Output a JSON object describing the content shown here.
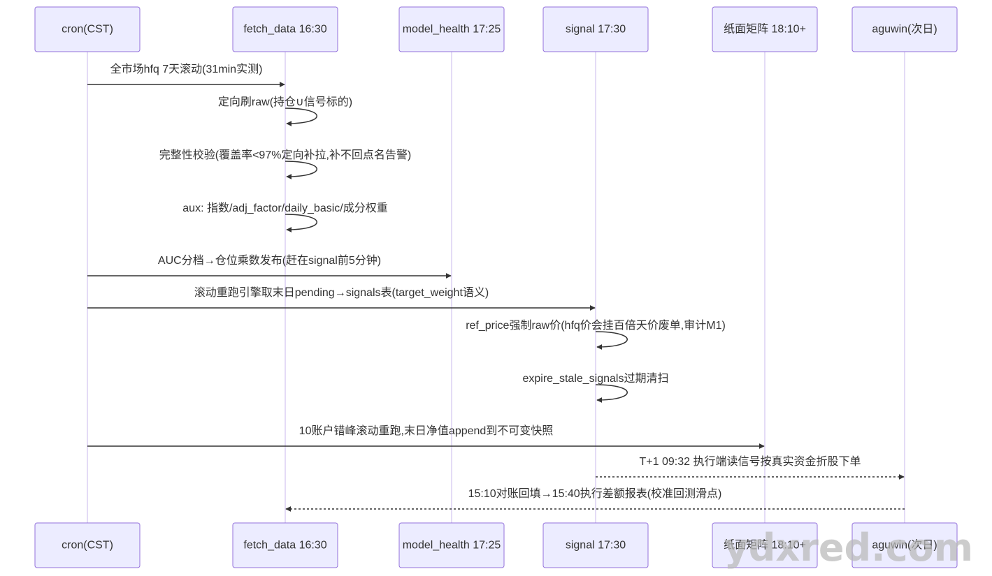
{
  "participants": [
    {
      "id": "cron",
      "label": "cron(CST)"
    },
    {
      "id": "fetch",
      "label": "fetch_data 16:30"
    },
    {
      "id": "health",
      "label": "model_health 17:25"
    },
    {
      "id": "signal",
      "label": "signal 17:30"
    },
    {
      "id": "paper",
      "label": "纸面矩阵 18:10+"
    },
    {
      "id": "aguwin",
      "label": "aguwin(次日)"
    }
  ],
  "messages": [
    {
      "from": "cron",
      "to": "fetch",
      "style": "solid",
      "text": "全市场hfq 7天滚动(31min实测)"
    },
    {
      "from": "fetch",
      "to": "fetch",
      "style": "solid",
      "text": "定向刷raw(持仓∪信号标的)"
    },
    {
      "from": "fetch",
      "to": "fetch",
      "style": "solid",
      "text": "完整性校验(覆盖率<97%定向补拉,补不回点名告警)"
    },
    {
      "from": "fetch",
      "to": "fetch",
      "style": "solid",
      "text": "aux: 指数/adj_factor/daily_basic/成分权重"
    },
    {
      "from": "cron",
      "to": "health",
      "style": "solid",
      "text": "AUC分档→仓位乘数发布(赶在signal前5分钟)"
    },
    {
      "from": "cron",
      "to": "signal",
      "style": "solid",
      "text": "滚动重跑引擎取末日pending→signals表(target_weight语义)"
    },
    {
      "from": "signal",
      "to": "signal",
      "style": "solid",
      "text": "ref_price强制raw价(hfq价会挂百倍天价废单,审计M1)"
    },
    {
      "from": "signal",
      "to": "signal",
      "style": "solid",
      "text": "expire_stale_signals过期清扫"
    },
    {
      "from": "cron",
      "to": "paper",
      "style": "solid",
      "text": "10账户错峰滚动重跑,末日净值append到不可变快照"
    },
    {
      "from": "signal",
      "to": "aguwin",
      "style": "dotted",
      "text": "T+1 09:32 执行端读信号按真实资金折股下单"
    },
    {
      "from": "aguwin",
      "to": "fetch",
      "style": "dotted",
      "text": "15:10对账回填→15:40执行差额报表(校准回测滑点)"
    }
  ],
  "watermark": "ydxred.com",
  "colors": {
    "actor_fill": "#ECECFF",
    "actor_stroke": "#9370DB",
    "line": "#333333",
    "lifeline": "#9370DB"
  }
}
